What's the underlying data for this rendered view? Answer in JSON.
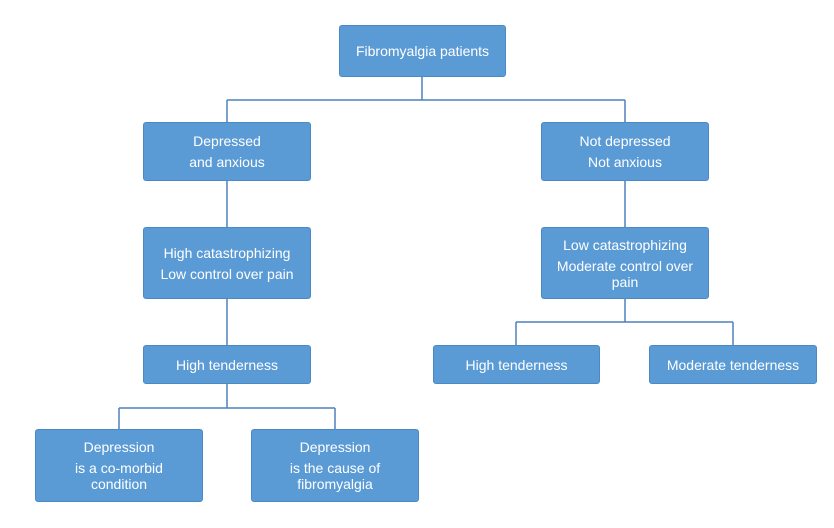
{
  "colors": {
    "node_fill": "#5b9bd5",
    "node_text": "#ffffff",
    "connector": "#4f81bd"
  },
  "root": {
    "lines": [
      "Fibromyalgia  patients"
    ]
  },
  "left": {
    "level1": {
      "lines": [
        "Depressed",
        "and anxious"
      ]
    },
    "level2": {
      "lines": [
        "High catastrophizing",
        "Low control over pain"
      ]
    },
    "level3": {
      "lines": [
        "High tenderness"
      ]
    },
    "outcome_a": {
      "lines": [
        "Depression",
        "is a co-morbid",
        "condition"
      ]
    },
    "outcome_b": {
      "lines": [
        "Depression",
        "is the cause of",
        "fibromyalgia"
      ]
    }
  },
  "right": {
    "level1": {
      "lines": [
        "Not depressed",
        "Not anxious"
      ]
    },
    "level2": {
      "lines": [
        "Low catastrophizing",
        "Moderate control over",
        "pain"
      ]
    },
    "outcome_a": {
      "lines": [
        "High tenderness"
      ]
    },
    "outcome_b": {
      "lines": [
        "Moderate tenderness"
      ]
    }
  }
}
